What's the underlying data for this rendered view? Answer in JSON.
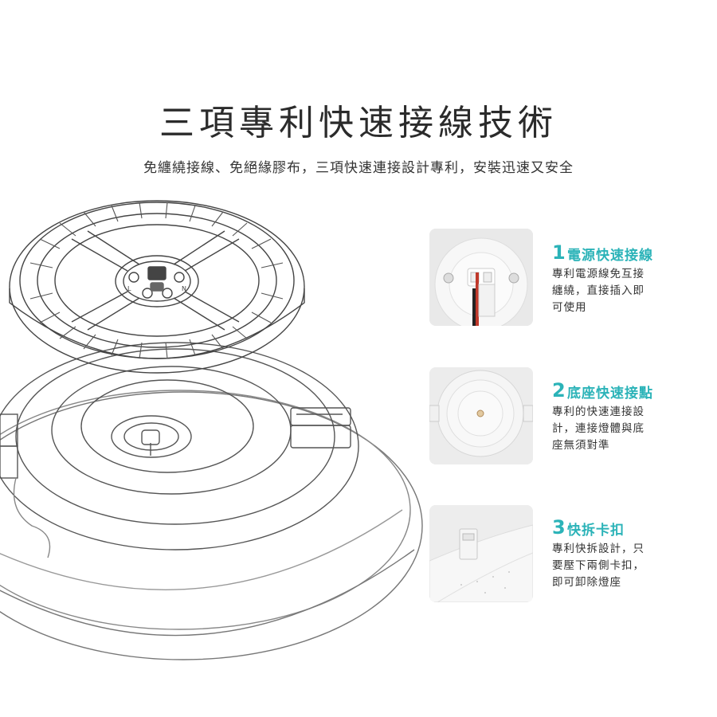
{
  "header": {
    "title": "三項專利快速接線技術",
    "subtitle": "免纏繞接線、免絕緣膠布，三項快速連接設計專利，安裝迅速又安全"
  },
  "illustration": {
    "icon": "ceiling-light-exploded-icon",
    "terminal_labels": [
      "L",
      "N"
    ]
  },
  "features": [
    {
      "number": "1",
      "title": "電源快速接線",
      "description_lines": [
        "專利電源線免互接",
        "纏繞，直接插入即",
        "可使用"
      ],
      "photo_icon": "power-terminal-photo-icon"
    },
    {
      "number": "2",
      "title": "底座快速接點",
      "description_lines": [
        "專利的快速連接設",
        "計，連接燈體與底",
        "座無須對準"
      ],
      "photo_icon": "base-contact-photo-icon"
    },
    {
      "number": "3",
      "title": "快拆卡扣",
      "description_lines": [
        "專利快拆設計，只",
        "要壓下兩側卡扣，",
        "即可卸除燈座"
      ],
      "photo_icon": "quick-release-clip-photo-icon"
    }
  ],
  "colors": {
    "accent": "#2bb3b8",
    "text": "#333333",
    "line": "#555555"
  }
}
